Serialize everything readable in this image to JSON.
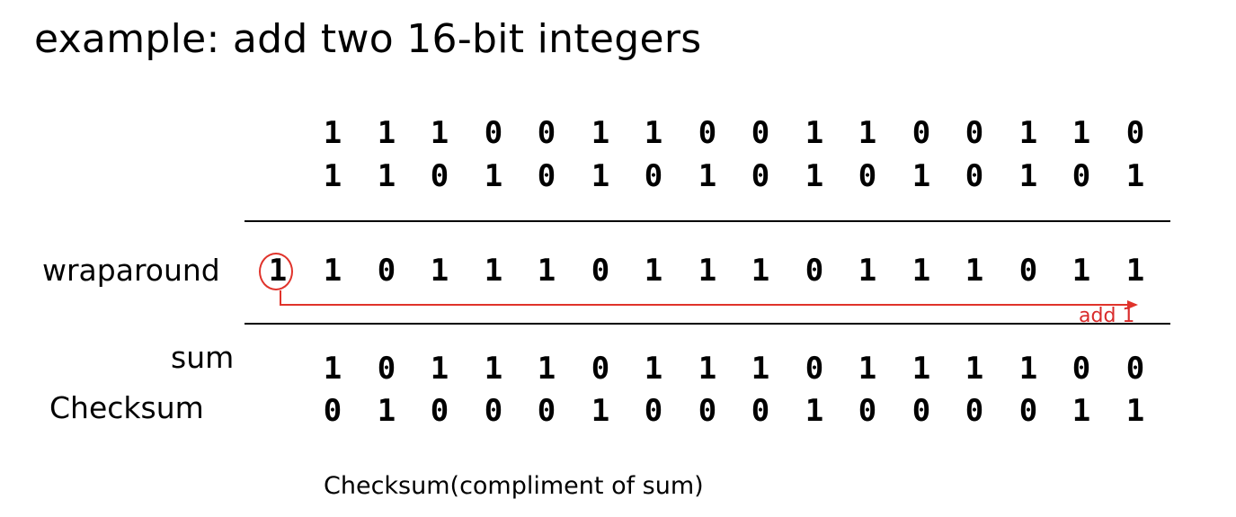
{
  "title": "example: add two 16-bit integers",
  "labels": {
    "wraparound": "wraparound",
    "sum": "sum",
    "checksum": "Checksum",
    "add_one": "add 1",
    "caption": "Checksum(compliment of sum)"
  },
  "carry_bit": "1",
  "rows": {
    "operand_a": [
      "1",
      "1",
      "1",
      "0",
      "0",
      "1",
      "1",
      "0",
      "0",
      "1",
      "1",
      "0",
      "0",
      "1",
      "1",
      "0"
    ],
    "operand_b": [
      "1",
      "1",
      "0",
      "1",
      "0",
      "1",
      "0",
      "1",
      "0",
      "1",
      "0",
      "1",
      "0",
      "1",
      "0",
      "1"
    ],
    "wraparound": [
      "1",
      "0",
      "1",
      "1",
      "1",
      "0",
      "1",
      "1",
      "1",
      "0",
      "1",
      "1",
      "1",
      "0",
      "1",
      "1"
    ],
    "sum": [
      "1",
      "0",
      "1",
      "1",
      "1",
      "0",
      "1",
      "1",
      "1",
      "0",
      "1",
      "1",
      "1",
      "1",
      "0",
      "0"
    ],
    "checksum": [
      "0",
      "1",
      "0",
      "0",
      "0",
      "1",
      "0",
      "0",
      "0",
      "1",
      "0",
      "0",
      "0",
      "0",
      "1",
      "1"
    ]
  },
  "colors": {
    "annotation": "#e0332b",
    "text": "#000000"
  }
}
